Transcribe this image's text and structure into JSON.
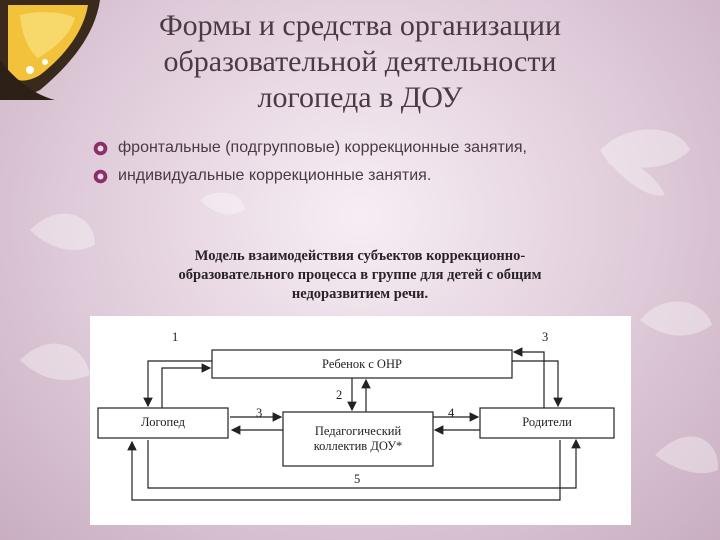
{
  "title": {
    "line1": "Формы и средства организации",
    "line2": "образовательной деятельности",
    "line3": "логопеда в ДОУ"
  },
  "bullets": [
    {
      "text": "фронтальные (подгрупповые) коррекционные занятия,",
      "icon": "circle-bullet-icon"
    },
    {
      "text": "индивидуальные коррекционные занятия.",
      "icon": "circle-bullet-icon"
    }
  ],
  "caption": {
    "line1": "Модель взаимодействия субъектов коррекционно-",
    "line2": "образовательного процесса в группе для детей с общим",
    "line3": "недоразвитием речи."
  },
  "diagram": {
    "boxes": {
      "child": "Ребенок с ОНР",
      "speech_therapist": "Логопед",
      "teachers_line1": "Педагогический",
      "teachers_line2": "коллектив ДОУ*",
      "parents": "Родители"
    },
    "numbers": {
      "n1": "1",
      "n2": "2",
      "n3a": "3",
      "n3b": "3",
      "n4": "4",
      "n5": "5"
    }
  },
  "colors": {
    "bullet": "#8b2e6a",
    "title": "#4a3a45"
  }
}
